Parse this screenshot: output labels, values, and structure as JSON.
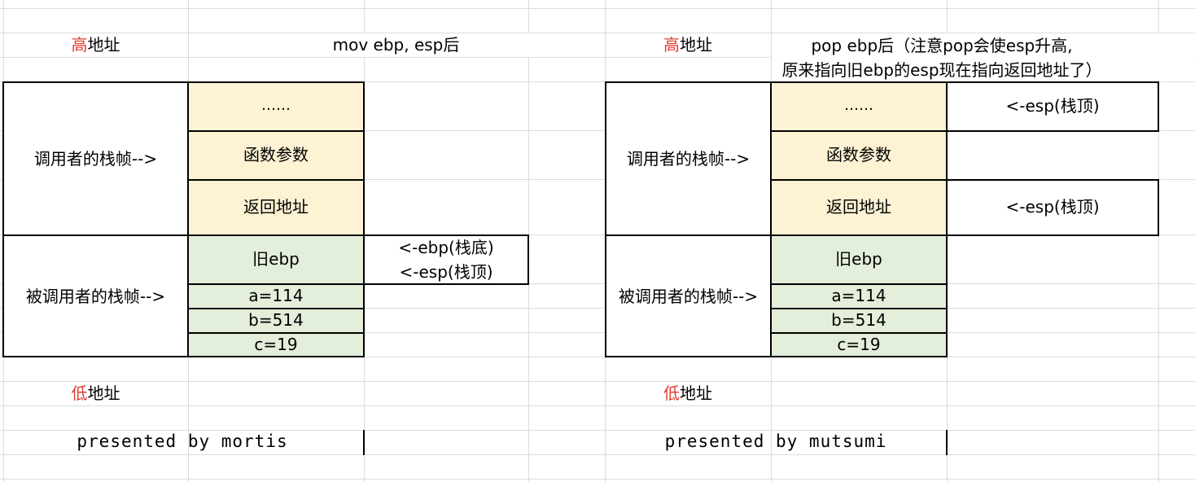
{
  "colors": {
    "accent_red": "#e03a2f",
    "frame_caller_fill": "#fdf2d4",
    "frame_callee_fill": "#e3eedb",
    "grid": "#dcdcdc",
    "border": "#000000"
  },
  "left_panel": {
    "high_char": "高",
    "high_suffix": "地址",
    "title": "mov ebp, esp后",
    "caller_label": "调用者的栈帧-->",
    "callee_label": "被调用者的栈帧-->",
    "cells": {
      "dots": "……",
      "params": "函数参数",
      "ret_addr": "返回地址",
      "old_ebp": "旧ebp",
      "a": "a=114",
      "b": "b=514",
      "c": "c=19"
    },
    "pointer_ebp": "<-ebp(栈底)",
    "pointer_esp": "<-esp(栈顶)",
    "low_char": "低",
    "low_suffix": "地址",
    "footer": "presented by mortis"
  },
  "right_panel": {
    "high_char": "高",
    "high_suffix": "地址",
    "title_line1": "pop ebp后（注意pop会使esp升高,",
    "title_line2": "原来指向旧ebp的esp现在指向返回地址了）",
    "caller_label": "调用者的栈帧-->",
    "callee_label": "被调用者的栈帧-->",
    "cells": {
      "dots": "……",
      "params": "函数参数",
      "ret_addr": "返回地址",
      "old_ebp": "旧ebp",
      "a": "a=114",
      "b": "b=514",
      "c": "c=19"
    },
    "pointer_top_old": "<-esp(栈顶)",
    "pointer_top_new": "<-esp(栈顶)",
    "low_char": "低",
    "low_suffix": "地址",
    "footer": "presented by mutsumi"
  }
}
